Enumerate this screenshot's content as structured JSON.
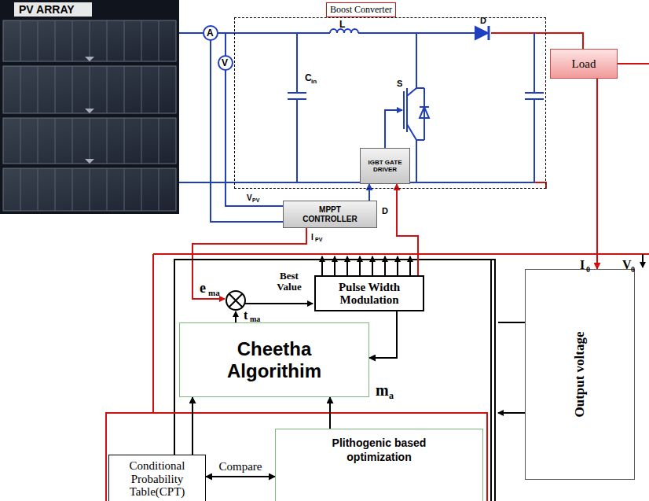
{
  "diagram": {
    "nodes": [
      {
        "text": [
          "PV ARRAY"
        ]
      },
      {
        "text": [
          "Boost Converter"
        ]
      },
      {
        "text": [
          "MPPT CONTROLLER"
        ]
      },
      {
        "text": [
          "IGBT GATE DRIVER"
        ]
      },
      {
        "text": [
          "Load"
        ]
      },
      {
        "text": [
          "Pulse Width Modulation"
        ]
      },
      {
        "text": [
          "Cheetha Algorithim"
        ]
      },
      {
        "text": [
          "Output voltage"
        ]
      },
      {
        "text": [
          "Conditional Probability Table(CPT)"
        ]
      },
      {
        "text": [
          "Plithogenic based optimization"
        ]
      }
    ],
    "edges": [
      {
        "from": 2,
        "to": 3,
        "arrow": "to"
      },
      {
        "from": 5,
        "to": 3,
        "arrow": "to"
      },
      {
        "from": 5,
        "to": 6,
        "arrow": "to"
      },
      {
        "from": 8,
        "to": 9,
        "label": "Compare",
        "arrow": "both"
      },
      {
        "from": 8,
        "to": 6,
        "arrow": "to"
      },
      {
        "from": 9,
        "to": 6,
        "arrow": "to"
      },
      {
        "from": 4,
        "to": 7,
        "arrow": "to"
      }
    ],
    "labels": [
      "A",
      "V",
      "C",
      "in",
      "L",
      "S",
      "D",
      "V",
      "PV",
      "D",
      "I",
      "PV",
      "e",
      "ma",
      "Best Value",
      "t",
      "ma",
      "m",
      "a",
      "I",
      "0",
      "V",
      "0"
    ]
  }
}
